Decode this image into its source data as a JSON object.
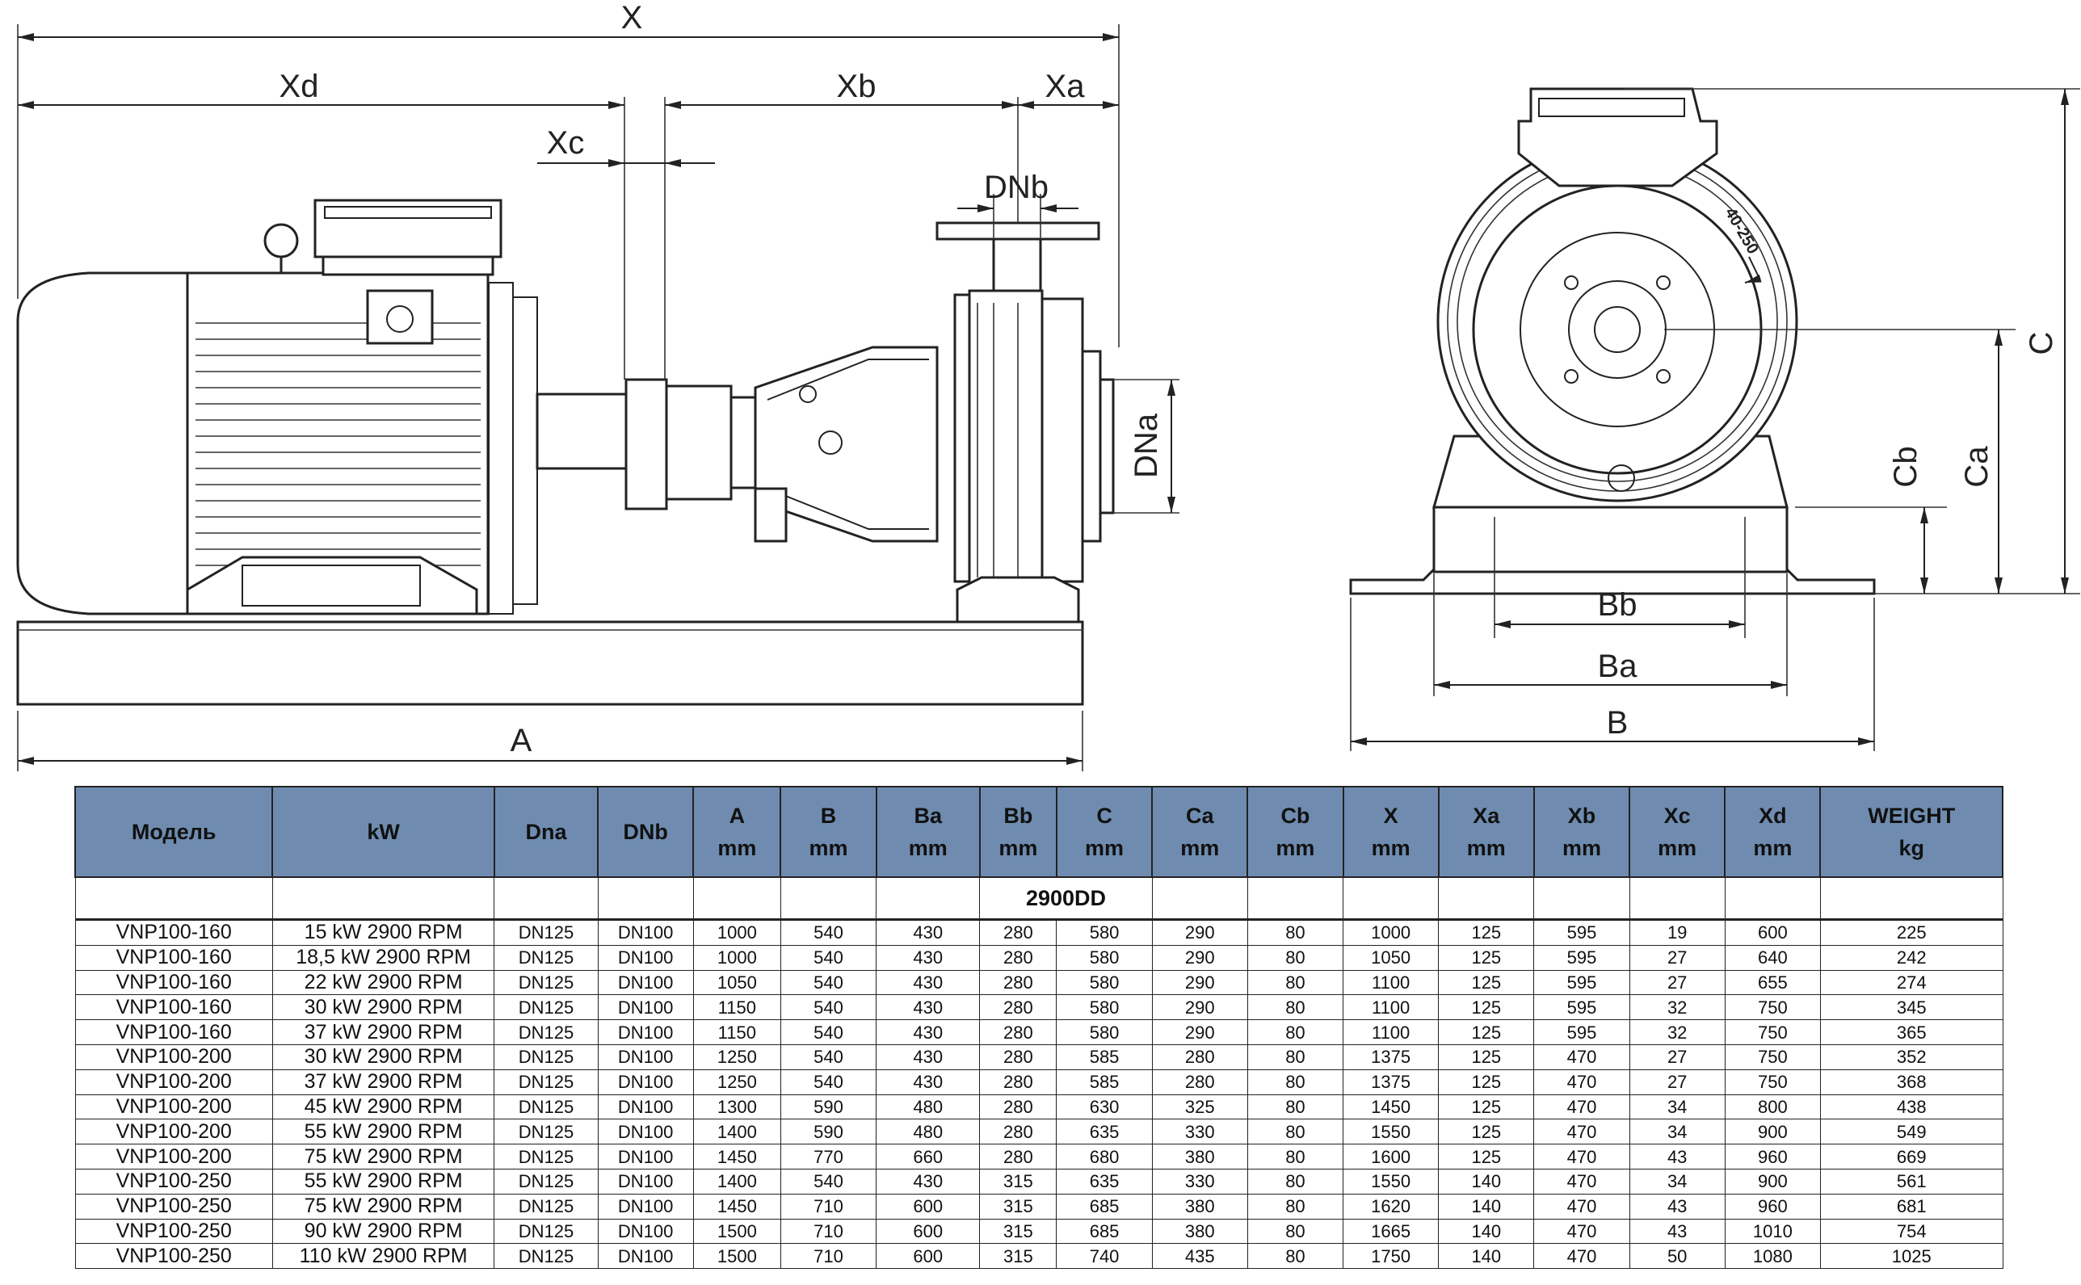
{
  "drawing_labels": {
    "X": "X",
    "Xd": "Xd",
    "Xb": "Xb",
    "Xa": "Xa",
    "Xc": "Xc",
    "DNb": "DNb",
    "DNa": "DNa",
    "A": "A",
    "C": "C",
    "Ca": "Ca",
    "Cb": "Cb",
    "Bb": "Bb",
    "Ba": "Ba",
    "B": "B",
    "rotation_mark": "40-250"
  },
  "table": {
    "headers": [
      {
        "top": "Модель",
        "bottom": ""
      },
      {
        "top": "kW",
        "bottom": ""
      },
      {
        "top": "Dna",
        "bottom": ""
      },
      {
        "top": "DNb",
        "bottom": ""
      },
      {
        "top": "A",
        "bottom": "mm"
      },
      {
        "top": "B",
        "bottom": "mm"
      },
      {
        "top": "Ba",
        "bottom": "mm"
      },
      {
        "top": "Bb",
        "bottom": "mm"
      },
      {
        "top": "C",
        "bottom": "mm"
      },
      {
        "top": "Ca",
        "bottom": "mm"
      },
      {
        "top": "Cb",
        "bottom": "mm"
      },
      {
        "top": "X",
        "bottom": "mm"
      },
      {
        "top": "Xa",
        "bottom": "mm"
      },
      {
        "top": "Xb",
        "bottom": "mm"
      },
      {
        "top": "Xc",
        "bottom": "mm"
      },
      {
        "top": "Xd",
        "bottom": "mm"
      },
      {
        "top": "WEIGHT",
        "bottom": "kg"
      }
    ],
    "group_label": "2900DD",
    "rows": [
      [
        "VNP100-160",
        "15 kW 2900 RPM",
        "DN125",
        "DN100",
        "1000",
        "540",
        "430",
        "280",
        "580",
        "290",
        "80",
        "1000",
        "125",
        "595",
        "19",
        "600",
        "225"
      ],
      [
        "VNP100-160",
        "18,5 kW 2900 RPM",
        "DN125",
        "DN100",
        "1000",
        "540",
        "430",
        "280",
        "580",
        "290",
        "80",
        "1050",
        "125",
        "595",
        "27",
        "640",
        "242"
      ],
      [
        "VNP100-160",
        "22 kW 2900 RPM",
        "DN125",
        "DN100",
        "1050",
        "540",
        "430",
        "280",
        "580",
        "290",
        "80",
        "1100",
        "125",
        "595",
        "27",
        "655",
        "274"
      ],
      [
        "VNP100-160",
        "30 kW 2900 RPM",
        "DN125",
        "DN100",
        "1150",
        "540",
        "430",
        "280",
        "580",
        "290",
        "80",
        "1100",
        "125",
        "595",
        "32",
        "750",
        "345"
      ],
      [
        "VNP100-160",
        "37 kW 2900 RPM",
        "DN125",
        "DN100",
        "1150",
        "540",
        "430",
        "280",
        "580",
        "290",
        "80",
        "1100",
        "125",
        "595",
        "32",
        "750",
        "365"
      ],
      [
        "VNP100-200",
        "30 kW 2900 RPM",
        "DN125",
        "DN100",
        "1250",
        "540",
        "430",
        "280",
        "585",
        "280",
        "80",
        "1375",
        "125",
        "470",
        "27",
        "750",
        "352"
      ],
      [
        "VNP100-200",
        "37 kW 2900 RPM",
        "DN125",
        "DN100",
        "1250",
        "540",
        "430",
        "280",
        "585",
        "280",
        "80",
        "1375",
        "125",
        "470",
        "27",
        "750",
        "368"
      ],
      [
        "VNP100-200",
        "45 kW 2900 RPM",
        "DN125",
        "DN100",
        "1300",
        "590",
        "480",
        "280",
        "630",
        "325",
        "80",
        "1450",
        "125",
        "470",
        "34",
        "800",
        "438"
      ],
      [
        "VNP100-200",
        "55 kW 2900 RPM",
        "DN125",
        "DN100",
        "1400",
        "590",
        "480",
        "280",
        "635",
        "330",
        "80",
        "1550",
        "125",
        "470",
        "34",
        "900",
        "549"
      ],
      [
        "VNP100-200",
        "75 kW 2900 RPM",
        "DN125",
        "DN100",
        "1450",
        "770",
        "660",
        "280",
        "680",
        "380",
        "80",
        "1600",
        "125",
        "470",
        "43",
        "960",
        "669"
      ],
      [
        "VNP100-250",
        "55 kW 2900 RPM",
        "DN125",
        "DN100",
        "1400",
        "540",
        "430",
        "315",
        "635",
        "330",
        "80",
        "1550",
        "140",
        "470",
        "34",
        "900",
        "561"
      ],
      [
        "VNP100-250",
        "75 kW 2900 RPM",
        "DN125",
        "DN100",
        "1450",
        "710",
        "600",
        "315",
        "685",
        "380",
        "80",
        "1620",
        "140",
        "470",
        "43",
        "960",
        "681"
      ],
      [
        "VNP100-250",
        "90 kW 2900 RPM",
        "DN125",
        "DN100",
        "1500",
        "710",
        "600",
        "315",
        "685",
        "380",
        "80",
        "1665",
        "140",
        "470",
        "43",
        "1010",
        "754"
      ],
      [
        "VNP100-250",
        "110 kW 2900 RPM",
        "DN125",
        "DN100",
        "1500",
        "710",
        "600",
        "315",
        "740",
        "435",
        "80",
        "1750",
        "140",
        "470",
        "50",
        "1080",
        "1025"
      ]
    ]
  }
}
